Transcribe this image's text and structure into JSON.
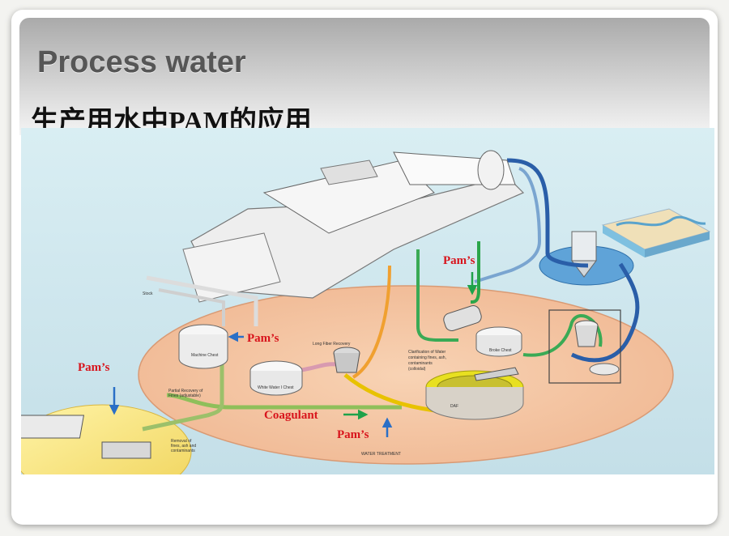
{
  "slide": {
    "title": "Process water",
    "subtitle_prefix": "生产用水中",
    "subtitle_bold": "PAM",
    "subtitle_suffix": "的应用"
  },
  "diagram": {
    "labels": {
      "pams_top": "Pam’s",
      "pams_machine_chest": "Pam’s",
      "pams_left": "Pam’s",
      "coagulant": "Coagulant",
      "pams_bottom": "Pam’s"
    },
    "small_labels": {
      "stock": "Stock",
      "machine_chest": "Machine Chest",
      "long_fiber_recovery": "Long Fiber Recovery",
      "white_water_chest": "White Water I Chest",
      "clarification_line1": "Clarification of Water",
      "clarification_line2": "containing fines, ash,",
      "clarification_line3": "contaminants",
      "clarification_line4": "(colloidal)",
      "broke_chest": "Broke Chest",
      "partial_recovery_line1": "Partial Recovery of",
      "partial_recovery_line2": "Fines (adjustable)",
      "daf": "DAF",
      "removal_line1": "Removal of",
      "removal_line2": "fines, ash and",
      "removal_line3": "contaminants",
      "water_treatment": "WATER TREATMENT"
    },
    "colors": {
      "arrow_green": "#1fa24a",
      "arrow_blue": "#2a6fc6",
      "label_red": "#d8141c",
      "water_bg": "#cfe6ee",
      "platform": "#f3c6a6",
      "pipe_blue": "#2a5ea8",
      "pipe_green": "#8fbf5a",
      "pipe_yellow": "#e8c200",
      "pipe_pink": "#d89ab0"
    }
  }
}
